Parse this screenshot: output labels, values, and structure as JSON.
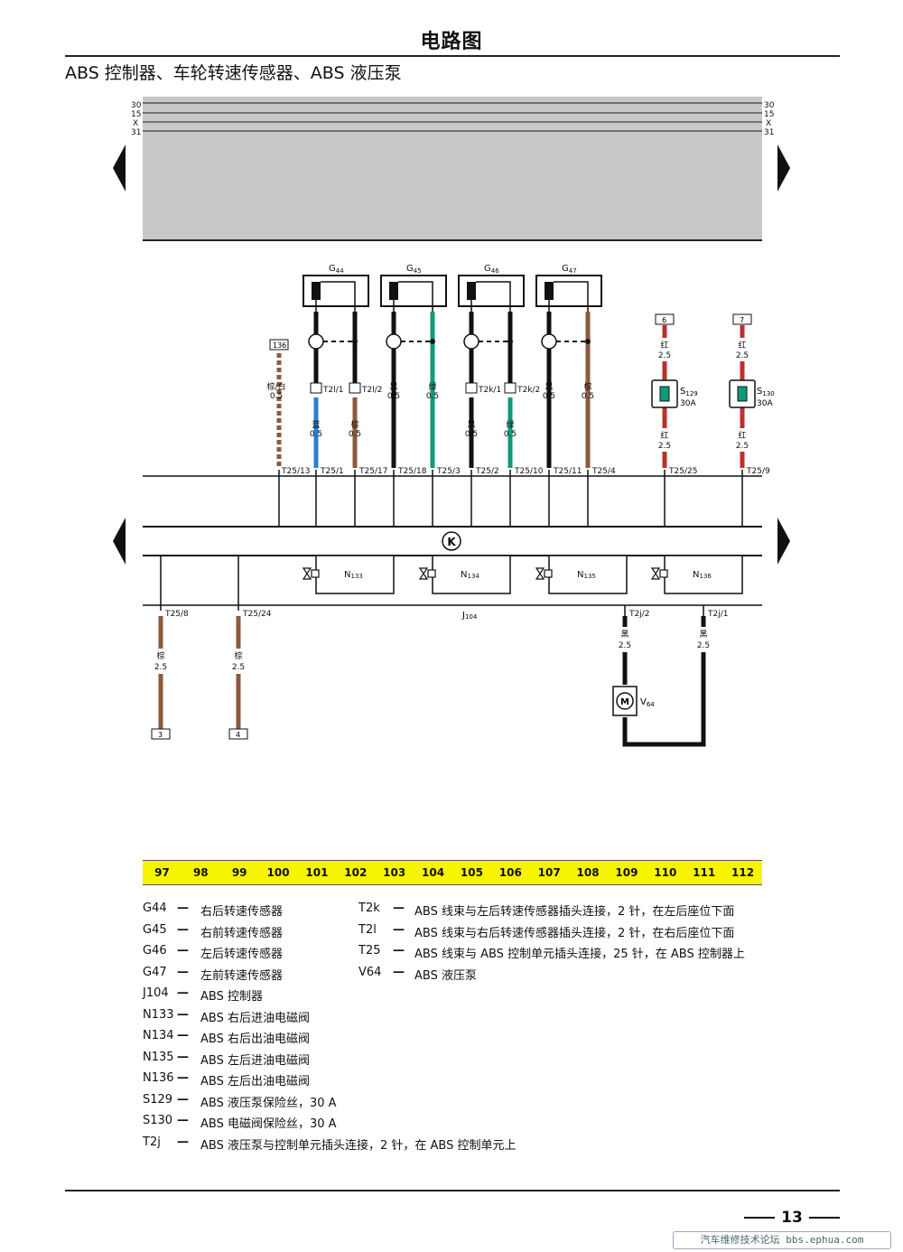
{
  "title": "电路图",
  "subtitle": "ABS 控制器、车轮转速传感器、ABS 液压泵",
  "rails": {
    "left": [
      "30",
      "15",
      "X",
      "31"
    ],
    "right": [
      "30",
      "15",
      "X",
      "31"
    ]
  },
  "sensors": [
    {
      "name": "G",
      "sub": "44"
    },
    {
      "name": "G",
      "sub": "45"
    },
    {
      "name": "G",
      "sub": "46"
    },
    {
      "name": "G",
      "sub": "47"
    }
  ],
  "connectors_top": [
    {
      "label": "T2l/1"
    },
    {
      "label": "T2l/2"
    },
    {
      "label": "T2k/1"
    },
    {
      "label": "T2k/2"
    }
  ],
  "wires_upper": [
    {
      "color": "棕/白",
      "size": "0.5",
      "pin": "T25/13",
      "hex": "#8b5a3c"
    },
    {
      "color": "蓝",
      "size": "0.5",
      "pin": "T25/1",
      "hex": "#2a7fd0"
    },
    {
      "color": "棕",
      "size": "0.5",
      "pin": "T25/17",
      "hex": "#8b5a3c"
    },
    {
      "color": "黑",
      "size": "0.5",
      "pin": "T25/18",
      "hex": "#111111"
    },
    {
      "color": "绿",
      "size": "0.5",
      "pin": "T25/3",
      "hex": "#0d9c7a"
    },
    {
      "color": "黑",
      "size": "0.5",
      "pin": "T25/2",
      "hex": "#111111"
    },
    {
      "color": "绿",
      "size": "0.5",
      "pin": "T25/10",
      "hex": "#0d9c7a"
    },
    {
      "color": "黑",
      "size": "0.5",
      "pin": "T25/11",
      "hex": "#111111"
    },
    {
      "color": "棕",
      "size": "0.5",
      "pin": "T25/4",
      "hex": "#8b5a3c"
    }
  ],
  "terminal_136": "136",
  "fuses": [
    {
      "name": "S",
      "sub": "129",
      "rating": "30A",
      "terminal": "6",
      "color": "红",
      "size": "2.5",
      "pin": "T25/25"
    },
    {
      "name": "S",
      "sub": "130",
      "rating": "30A",
      "terminal": "7",
      "color": "红",
      "size": "2.5",
      "pin": "T25/9"
    }
  ],
  "valves": [
    {
      "name": "N",
      "sub": "133"
    },
    {
      "name": "N",
      "sub": "134"
    },
    {
      "name": "N",
      "sub": "135"
    },
    {
      "name": "N",
      "sub": "136"
    }
  ],
  "controller": {
    "name": "J",
    "sub": "104"
  },
  "k_symbol": "K",
  "wires_lower": [
    {
      "pin": "T25/8",
      "color": "棕",
      "size": "2.5",
      "terminal": "3"
    },
    {
      "pin": "T25/24",
      "color": "棕",
      "size": "2.5",
      "terminal": "4"
    },
    {
      "pin": "T2j/2",
      "color": "黑",
      "size": "2.5"
    },
    {
      "pin": "T2j/1",
      "color": "黑",
      "size": "2.5"
    }
  ],
  "motor": {
    "symbol": "M",
    "name": "V",
    "sub": "64"
  },
  "track_numbers": [
    "97",
    "98",
    "99",
    "100",
    "101",
    "102",
    "103",
    "104",
    "105",
    "106",
    "107",
    "108",
    "109",
    "110",
    "111",
    "112"
  ],
  "legend_left": [
    {
      "code": "G44",
      "desc": "右后转速传感器"
    },
    {
      "code": "G45",
      "desc": "右前转速传感器"
    },
    {
      "code": "G46",
      "desc": "左后转速传感器"
    },
    {
      "code": "G47",
      "desc": "左前转速传感器"
    },
    {
      "code": "J104",
      "desc": "ABS 控制器"
    },
    {
      "code": "N133",
      "desc": "ABS 右后进油电磁阀"
    },
    {
      "code": "N134",
      "desc": "ABS 右后出油电磁阀"
    },
    {
      "code": "N135",
      "desc": "ABS 左后进油电磁阀"
    },
    {
      "code": "N136",
      "desc": "ABS 左后出油电磁阀"
    },
    {
      "code": "S129",
      "desc": "ABS 液压泵保险丝，30 A"
    },
    {
      "code": "S130",
      "desc": "ABS 电磁阀保险丝，30 A"
    },
    {
      "code": "T2j",
      "desc": "ABS 液压泵与控制单元插头连接，2 针，在 ABS 控制单元上"
    }
  ],
  "legend_right": [
    {
      "code": "T2k",
      "desc": "ABS 线束与左后转速传感器插头连接，2 针，在左后座位下面"
    },
    {
      "code": "T2l",
      "desc": "ABS 线束与右后转速传感器插头连接，2 针，在右后座位下面"
    },
    {
      "code": "T25",
      "desc": "ABS 线束与 ABS 控制单元插头连接，25 针，在 ABS 控制器上"
    },
    {
      "code": "V64",
      "desc": "ABS 液压泵"
    }
  ],
  "legend_dash": "—",
  "page_number": "13",
  "watermark": "汽车维修技术论坛 bbs.ephua.com"
}
